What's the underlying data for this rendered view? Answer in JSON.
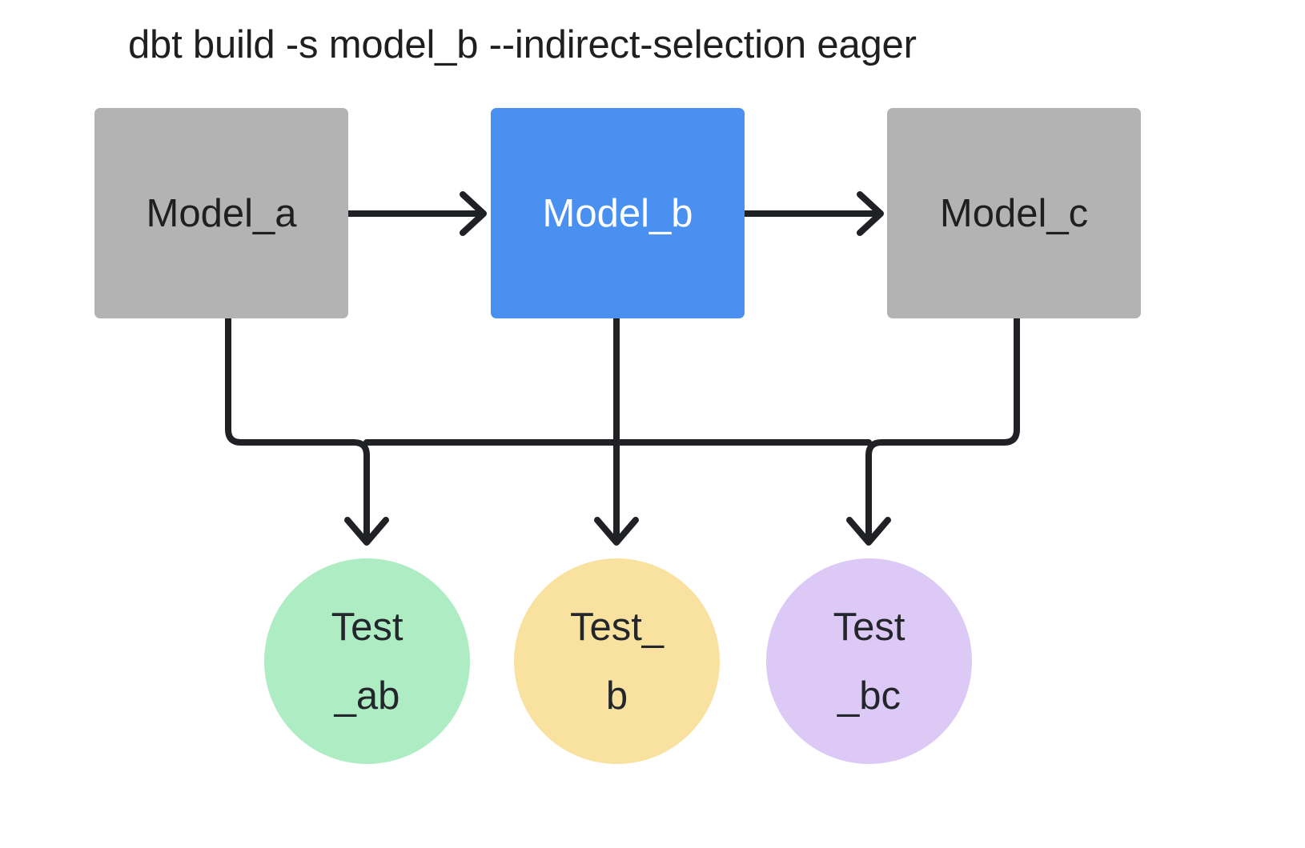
{
  "title": "dbt build -s model_b --indirect-selection eager",
  "theme": {
    "background": "#ffffff",
    "edge_color": "#1f2124",
    "model_default_fill": "#b3b3b3",
    "model_selected_fill": "#4a90f0",
    "model_default_text": "#1f1f1f",
    "model_selected_text": "#ffffff",
    "test_ab_fill": "#aeecc4",
    "test_b_fill": "#f9e2a0",
    "test_bc_fill": "#ddc9f6",
    "test_text": "#23272b",
    "title_color": "#1f1f1f"
  },
  "nodes": {
    "model_a": {
      "label": "Model_a",
      "shape": "rectangle",
      "state": "unselected"
    },
    "model_b": {
      "label": "Model_b",
      "shape": "rectangle",
      "state": "selected"
    },
    "model_c": {
      "label": "Model_c",
      "shape": "rectangle",
      "state": "unselected"
    },
    "test_ab": {
      "label": "Test\n_ab",
      "shape": "circle",
      "state": "selected"
    },
    "test_b": {
      "label": "Test_b",
      "shape": "circle",
      "state": "selected"
    },
    "test_bc": {
      "label": "Test\n_bc",
      "shape": "circle",
      "state": "selected"
    }
  },
  "edges": [
    {
      "from": "model_a",
      "to": "model_b",
      "style": "straight-arrow"
    },
    {
      "from": "model_b",
      "to": "model_c",
      "style": "straight-arrow"
    },
    {
      "from": "model_a",
      "to": "test_ab",
      "style": "elbow-arrow"
    },
    {
      "from": "model_b",
      "to": "test_b",
      "style": "straight-arrow"
    },
    {
      "from": "model_c",
      "to": "test_bc",
      "style": "elbow-arrow"
    },
    {
      "from": "model_b",
      "to": "test_ab",
      "style": "elbow-arrow"
    },
    {
      "from": "model_b",
      "to": "test_bc",
      "style": "elbow-arrow"
    }
  ]
}
